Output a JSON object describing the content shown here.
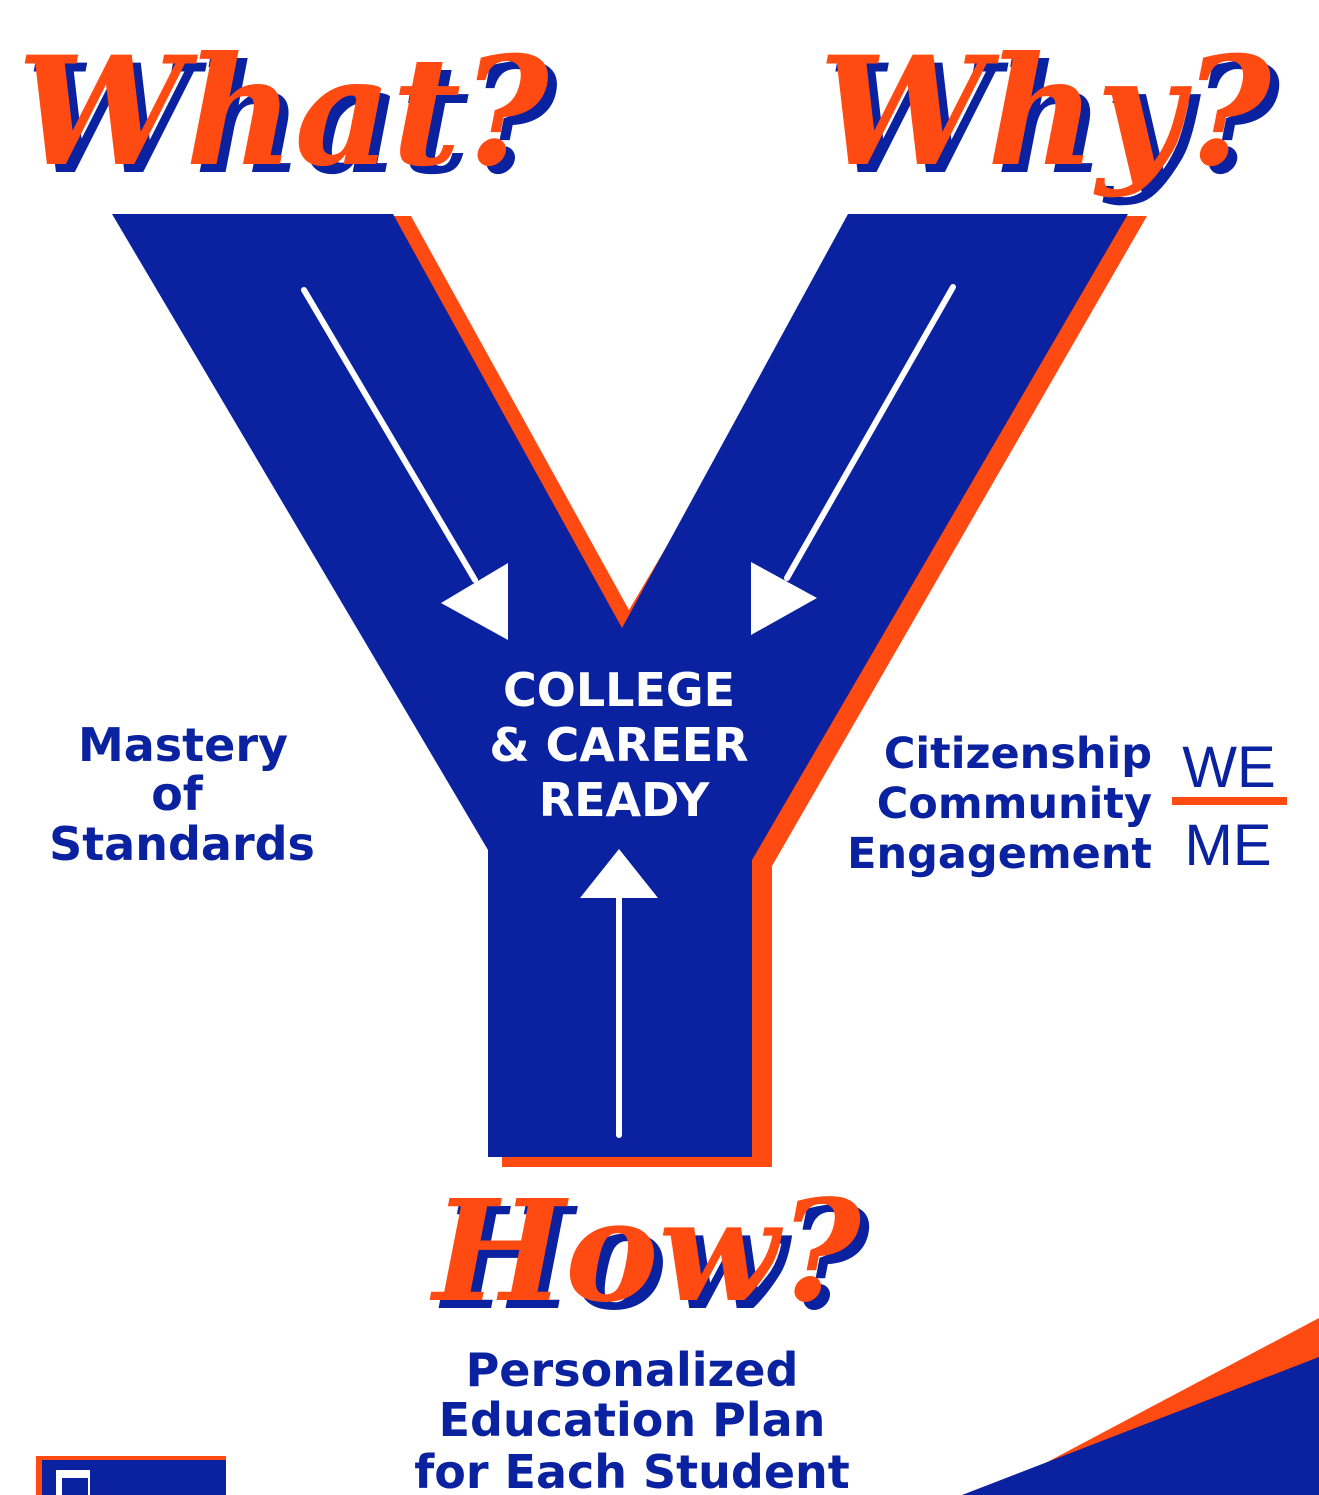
{
  "headings": {
    "what": "What?",
    "why": "Why?",
    "how": "How?"
  },
  "center": {
    "line1": "COLLEGE",
    "line2": "& CAREER",
    "line3": "READY"
  },
  "left_label": {
    "line1": "Mastery",
    "line2": "of",
    "line3": "Standards"
  },
  "right_label": {
    "line1": "Citizenship",
    "line2": "Community",
    "line3": "Engagement"
  },
  "fraction": {
    "top": "WE",
    "bottom": "ME"
  },
  "bottom_label": {
    "line1": "Personalized",
    "line2": "Education Plan",
    "line3": "for Each Student"
  },
  "colors": {
    "blue": "#0a21a0",
    "orange": "#ff4a12",
    "white": "#ffffff"
  }
}
